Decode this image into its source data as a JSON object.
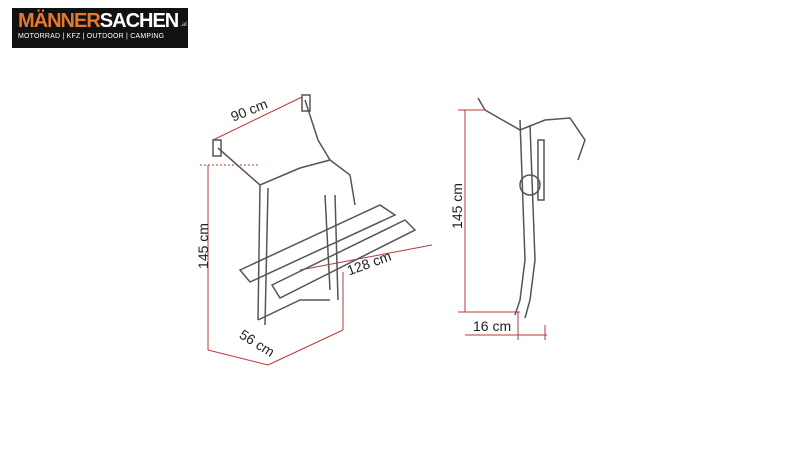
{
  "logo": {
    "brand_part1": "MÄNNER",
    "brand_part2": "SACHEN",
    "suffix": ".at",
    "tagline": "MOTORRAD | KFZ | OUTDOOR | CAMPING"
  },
  "dimensions": {
    "width_top": "90 cm",
    "height_front": "145 cm",
    "length_rails": "128 cm",
    "depth_bottom": "56 cm",
    "height_side": "145 cm",
    "offset_side": "16 cm"
  },
  "colors": {
    "dimension_line": "#b8383c",
    "drawing": "#555555"
  }
}
